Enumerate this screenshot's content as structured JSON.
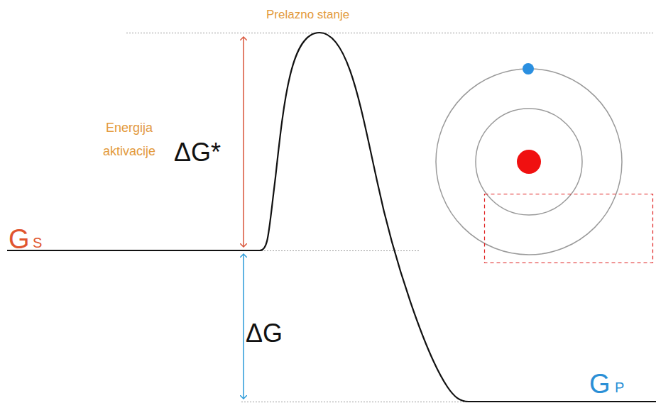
{
  "diagram": {
    "labels": [
      "Prelazno stanje",
      "Energija aktivacije",
      "ΔG*",
      "G",
      "S",
      "ΔG",
      "G",
      "P"
    ]
  }
}
